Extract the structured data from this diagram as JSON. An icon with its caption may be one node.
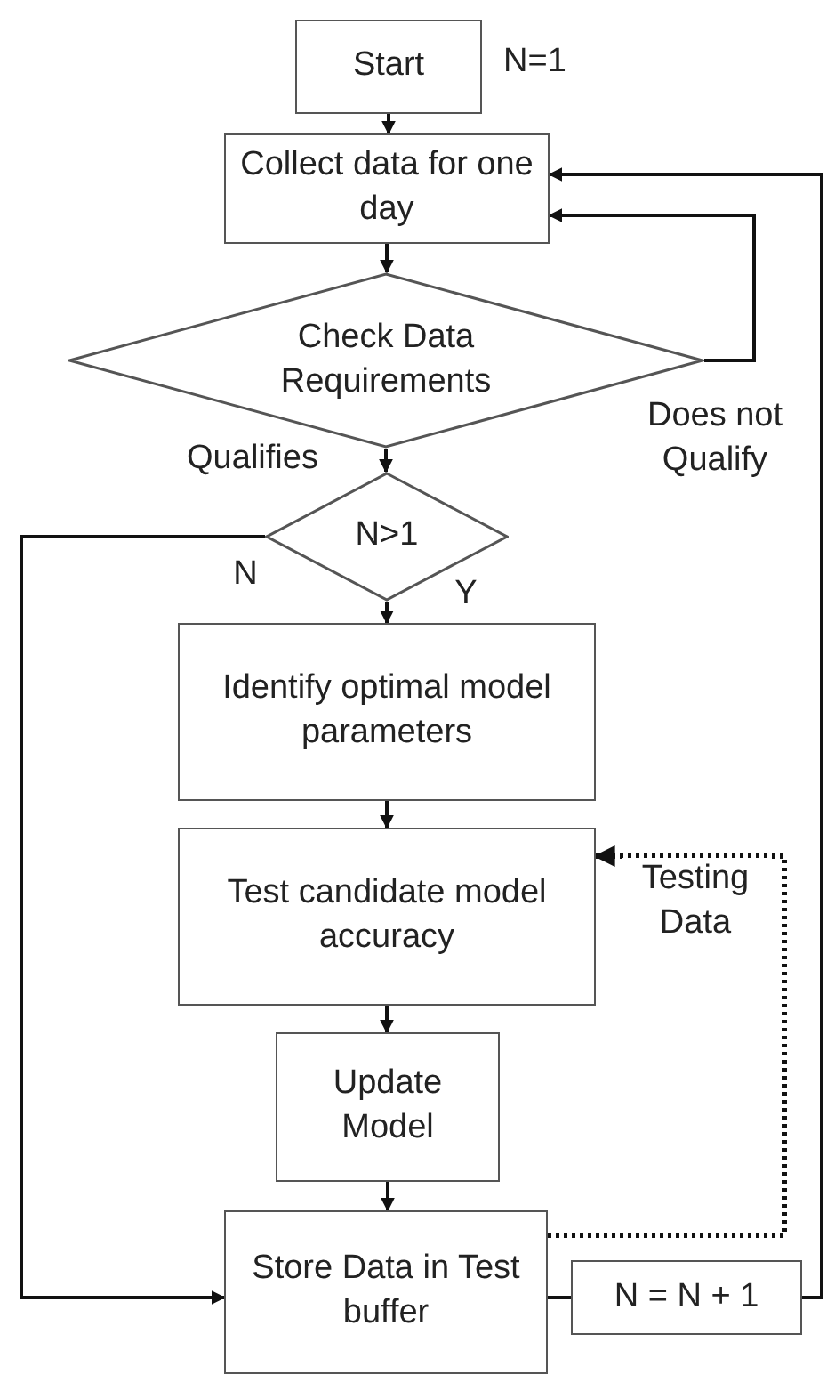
{
  "diagram": {
    "nodes": [
      {
        "text": [
          "Start"
        ],
        "beside": [
          "N=1"
        ]
      },
      {
        "text": [
          "Collect data for one day"
        ]
      },
      {
        "text": [
          "Check Data Requirements"
        ]
      },
      {
        "text": [
          "N>1"
        ]
      },
      {
        "text": [
          "Identify optimal model parameters"
        ]
      },
      {
        "text": [
          "Test candidate model accuracy"
        ]
      },
      {
        "text": [
          "Update Model"
        ]
      },
      {
        "text": [
          "Store Data in Test buffer"
        ]
      },
      {
        "text": [
          "N = N + 1"
        ]
      }
    ],
    "edges": [
      {
        "from": 0,
        "to": 1,
        "arrow": "to"
      },
      {
        "from": 1,
        "to": 2,
        "arrow": "to"
      },
      {
        "from": 2,
        "to": 3,
        "arrow": "to",
        "label": "Qualifies"
      },
      {
        "from": 2,
        "to": 1,
        "arrow": "to",
        "label": "Does not Qualify"
      },
      {
        "from": 3,
        "to": 4,
        "arrow": "to",
        "label": "Y"
      },
      {
        "from": 3,
        "to": 7,
        "arrow": "to",
        "label": "N"
      },
      {
        "from": 4,
        "to": 5,
        "arrow": "to"
      },
      {
        "from": 5,
        "to": 6,
        "arrow": "to"
      },
      {
        "from": 6,
        "to": 7,
        "arrow": "to"
      },
      {
        "from": 7,
        "to": 8,
        "arrow": "none"
      },
      {
        "from": 8,
        "to": 1,
        "arrow": "to"
      },
      {
        "from": 7,
        "to": 5,
        "arrow": "to",
        "label": "Testing Data",
        "style": "dashed"
      }
    ]
  }
}
